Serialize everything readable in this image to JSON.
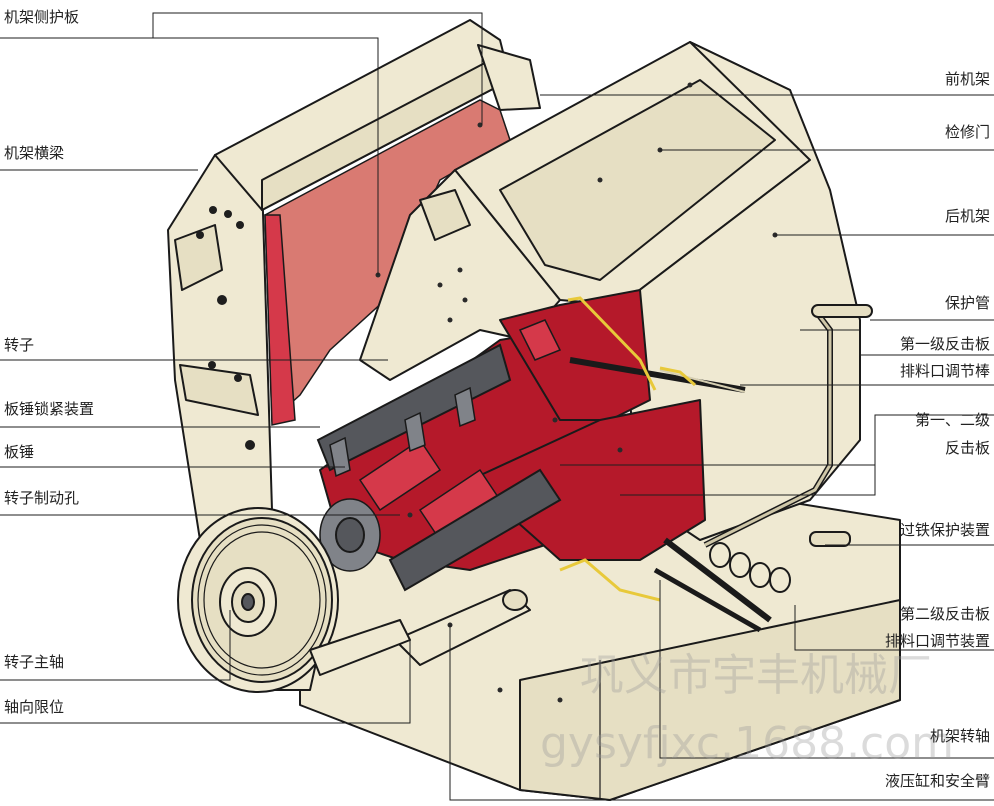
{
  "labels_left": [
    "机架侧护板",
    "机架横梁",
    "转子",
    "板锤锁紧装置",
    "板锤",
    "转子制动孔",
    "转子主轴",
    "轴向限位"
  ],
  "labels_right": [
    "前机架",
    "检修门",
    "后机架",
    "保护管",
    "第一级反击板",
    "排料口调节棒",
    "第一、二级",
    "反击板",
    "过铁保护装置",
    "第二级反击板",
    "排料口调节装置",
    "机架转轴",
    "液压缸和安全臂"
  ],
  "watermark": {
    "company": "巩义市宇丰机械厂",
    "url": "gysyfjxc.1688.com"
  },
  "colors": {
    "frame": "#efe9d2",
    "rotor": "#b5192a",
    "hammer": "#55575c",
    "liner": "#d97a72"
  }
}
